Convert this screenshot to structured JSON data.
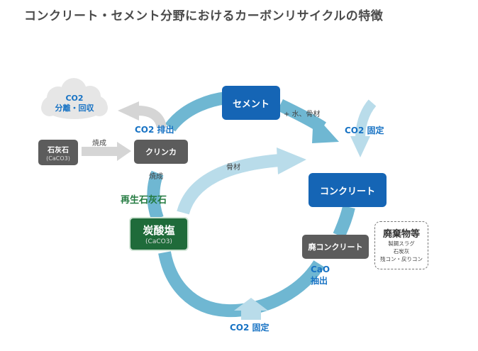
{
  "title": "コンクリート・セメント分野におけるカーボンリサイクルの特徴",
  "nodes": {
    "cement": "セメント",
    "concrete": "コンクリート",
    "waste_concrete": "廃コンクリート",
    "clinker": "クリンカ",
    "limestone": {
      "name": "石灰石",
      "formula": "(CaCO3)"
    },
    "carbonate": {
      "name": "炭酸塩",
      "formula": "(CaCO3)"
    }
  },
  "cloud": {
    "line1": "CO2",
    "line2": "分離・回収"
  },
  "labels": {
    "co2_exhaust": "CO2 排出",
    "calcine_top": "焼成",
    "calcine_side": "焼成",
    "water_aggregate": "+ 水、骨材",
    "co2_fix_right": "CO2 固定",
    "aggregate": "骨材",
    "recycled_limestone": "再生石灰石",
    "cao_extract_1": "CaO",
    "cao_extract_2": "抽出",
    "co2_fix_bottom": "CO2 固定"
  },
  "waste_box": {
    "title": "廃棄物等",
    "items": [
      "製鋼スラグ",
      "石炭灰",
      "残コン・戻りコン"
    ]
  },
  "colors": {
    "node_blue": "#1565b5",
    "node_gray": "#5c5c5c",
    "node_green": "#1f6b3a",
    "cycle_arrow": "#6fb7d2",
    "light_arrow": "#b9dcea",
    "label_blue": "#1873c4",
    "label_green": "#227a3f"
  },
  "icons": [
    "cloud-icon",
    "cycle-arrow-icon",
    "arrow-icon"
  ]
}
